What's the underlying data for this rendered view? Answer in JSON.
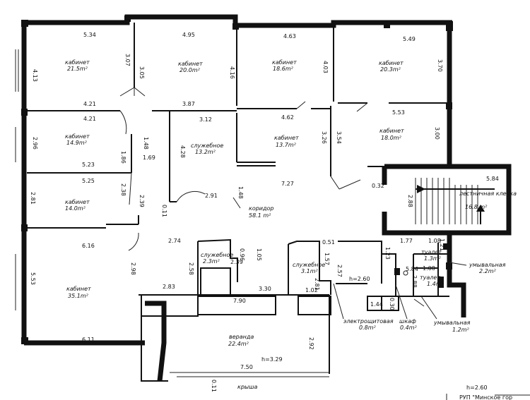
{
  "rooms": [
    {
      "name": "кабинет",
      "area": "21.5m²"
    },
    {
      "name": "кабинет",
      "area": "20.0m²"
    },
    {
      "name": "кабинет",
      "area": "18.6m²"
    },
    {
      "name": "кабинет",
      "area": "20.3m²"
    },
    {
      "name": "кабинет",
      "area": "14.9m²"
    },
    {
      "name": "служебное",
      "area": "13.2m²"
    },
    {
      "name": "кабинет",
      "area": "13.7m²"
    },
    {
      "name": "кабинет",
      "area": "18.0m²"
    },
    {
      "name": "кабинет",
      "area": "14.0m²"
    },
    {
      "name": "лестничная клетка",
      "area": "16.8 m²"
    },
    {
      "name": "коридор",
      "area": "58.1 m²"
    },
    {
      "name": "служебное",
      "area": "2.3m²"
    },
    {
      "name": "служебное",
      "area": "3.1m²"
    },
    {
      "name": "туалет",
      "area": "1.3m²"
    },
    {
      "name": "туалет",
      "area": "1.4m²"
    },
    {
      "name": "умывальная",
      "area": "2.2m²"
    },
    {
      "name": "кабинет",
      "area": "35.1m²"
    },
    {
      "name": "электрощитовая",
      "area": "0.8m²"
    },
    {
      "name": "шкаф",
      "area": "0.4m²"
    },
    {
      "name": "умывальная",
      "area": "1.2m²"
    },
    {
      "name": "веранда",
      "area": "22.4m²"
    }
  ],
  "dimensions": [
    "5.34",
    "4.95",
    "4.63",
    "5.49",
    "4.13",
    "3.07",
    "3.05",
    "4.16",
    "4.03",
    "3.70",
    "4.21",
    "4.21",
    "3.87",
    "3.12",
    "4.62",
    "5.53",
    "2.96",
    "1.48",
    "1.86",
    "1.69",
    "4.28",
    "3.26",
    "3.54",
    "3.00",
    "5.23",
    "5.25",
    "2.38",
    "2.39",
    "2.81",
    "2.91",
    "1.48",
    "7.27",
    "0.32",
    "2.88",
    "5.84",
    "0.11",
    "1.08",
    "1.77",
    "1.23",
    "1.21",
    "2.74",
    "6.16",
    "0.96",
    "1.05",
    "0.51",
    "2.98",
    "2.58",
    "2.39",
    "1.57",
    "2.57",
    "1.08",
    "5.84",
    "2.88",
    "5.53",
    "2.83",
    "3.30",
    "2.81",
    "1.02",
    "1.44",
    "0.30",
    "7.90",
    "2.92",
    "6.11",
    "7.50",
    "0.11"
  ],
  "labels": {
    "roof": "крыша",
    "height_main": "h=3.29",
    "height_wc": "h=2.60",
    "height_corner": "h=2.60",
    "title_fragment": "РУП \"Минское гор"
  }
}
